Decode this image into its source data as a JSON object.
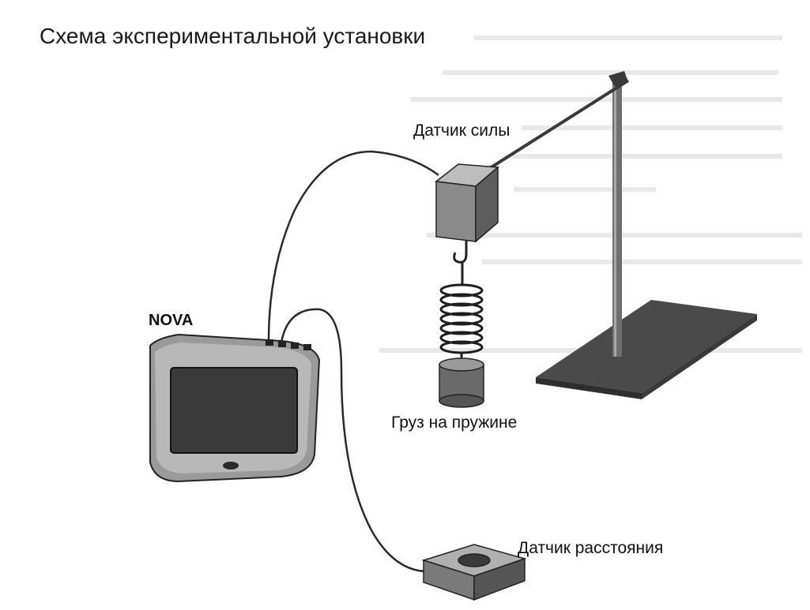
{
  "title": "Схема экспериментальной установки",
  "labels": {
    "force_sensor": "Датчик силы",
    "logger": "NOVA",
    "load_on_spring": "Груз на пружине",
    "distance_sensor": "Датчик расстояния"
  },
  "colors": {
    "background": "#ffffff",
    "ink": "#222222",
    "cube_front": "#8a8a8a",
    "cube_top": "#bdbdbd",
    "cube_side": "#5e5e5e",
    "stand_base": "#4a4a4a",
    "rod": "#6f6f6f",
    "bleed_text": "#c9c9c9"
  }
}
